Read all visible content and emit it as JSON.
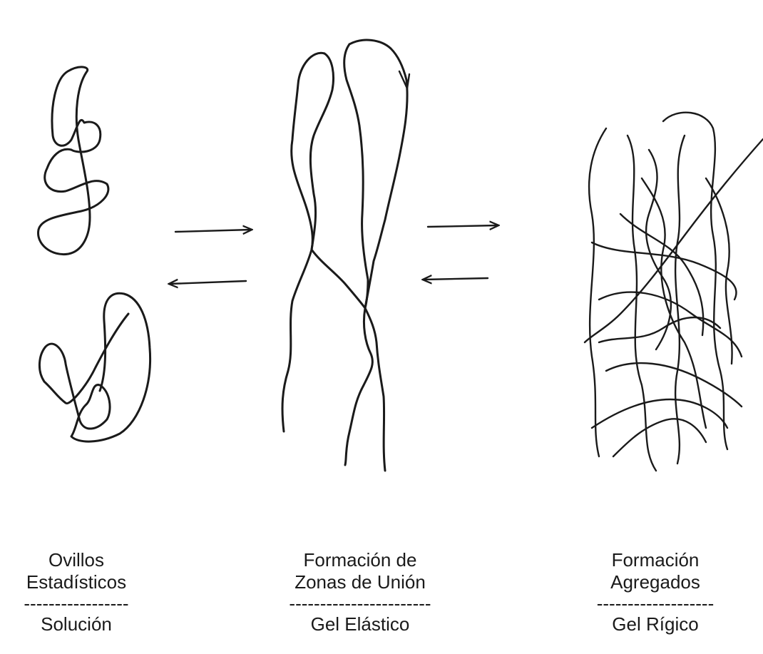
{
  "stages": [
    {
      "title_line1": "Ovillos",
      "title_line2": "Estadísticos",
      "divider": "-----------------",
      "state": "Solución"
    },
    {
      "title_line1": "Formación de",
      "title_line2": "Zonas de Unión",
      "divider": "-----------------------",
      "state": "Gel Elástico"
    },
    {
      "title_line1": "Formación",
      "title_line2": "Agregados",
      "divider": "-------------------",
      "state": "Gel Rígico"
    }
  ],
  "colors": {
    "ink": "#1a1a1a",
    "background": "#ffffff"
  }
}
